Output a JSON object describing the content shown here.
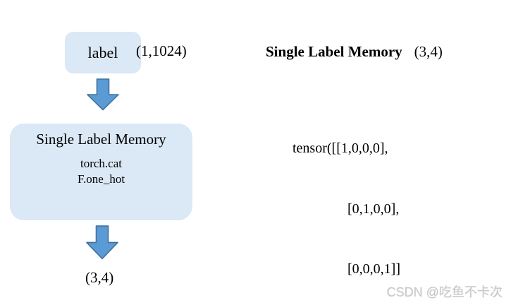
{
  "colors": {
    "box_fill": "#dbe8f5",
    "arrow_fill": "#5b9bd5",
    "arrow_stroke": "#41719c",
    "text": "#000000",
    "watermark": "#c8c8c8"
  },
  "flow": {
    "input_node": {
      "label": "label"
    },
    "input_shape": "(1,1024)",
    "memory_node": {
      "title": "Single Label Memory",
      "ops": [
        "torch.cat",
        "F.one_hot"
      ]
    },
    "output_shape": "(3,4)"
  },
  "right_panel": {
    "title": "Single Label Memory",
    "shape": "(3,4)",
    "tensor_lines": [
      "tensor([[1,0,0,0],",
      "[0,1,0,0],",
      "[0,0,0,1]]"
    ]
  },
  "watermark": "CSDN @吃鱼不卡次"
}
